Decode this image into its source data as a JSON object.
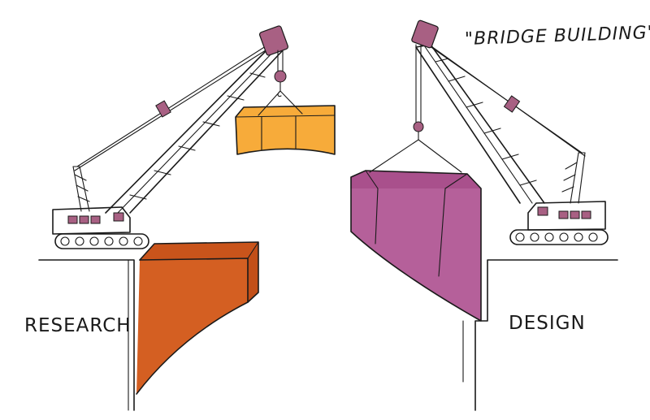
{
  "caption": "\"BRIDGE BUILDING\"",
  "left_label": "RESEARCH",
  "right_label": "DESIGN",
  "colors": {
    "research_block": "#d45f22",
    "research_block_top": "#c9541b",
    "hanging_block_left": "#f7ab3a",
    "design_block": "#b5609a",
    "design_block_top": "#a9508c",
    "crane_accent": "#a86083",
    "ink": "#1a1a1a"
  },
  "icons": [
    "crane-left-icon",
    "crane-right-icon",
    "orange-block-icon",
    "magenta-block-icon"
  ]
}
